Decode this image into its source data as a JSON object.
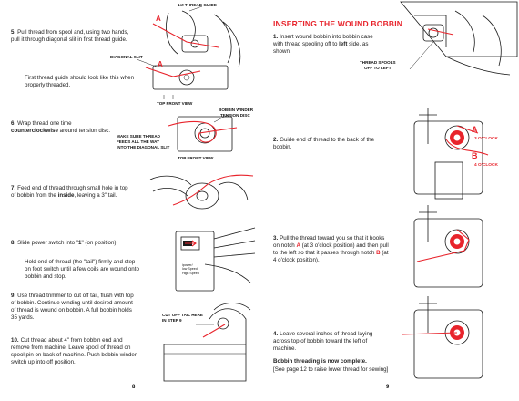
{
  "left": {
    "page_number": "8",
    "steps": {
      "s5": {
        "num": "5.",
        "text": "Pull thread from spool and, using two hands, pull it through diagonal slit in first thread guide."
      },
      "s5b": {
        "text": "First thread guide should look like this when properly threaded."
      },
      "s6": {
        "num": "6.",
        "text_before": "Wrap thread one time ",
        "bold": "counterclockwise",
        "text_after": " around tension disc."
      },
      "s7": {
        "num": "7.",
        "text_before": "Feed end of thread through small hole in top of bobbin from the ",
        "bold": "inside",
        "text_after": ", leaving a 3\" tail."
      },
      "s8": {
        "num": "8.",
        "text_before": "Slide power switch into \"",
        "bold": "1",
        "text_after": "\" (on position)."
      },
      "s8b": {
        "text": "Hold end of thread (the \"tail\") firmly and step on foot switch until a few coils are wound onto bobbin and stop."
      },
      "s9": {
        "num": "9.",
        "text": "Use thread trimmer to cut off tail, flush with top of bobbin. Continue winding until desired amount of thread is wound on bobbin. A full bobbin holds 35 yards."
      },
      "s10": {
        "num": "10.",
        "text": "Cut thread about 4\" from bobbin end and remove from machine. Leave spool of thread on spool pin on back of machine. Push bobbin winder switch up into off position."
      }
    },
    "labels": {
      "first_thread_guide": "1st THREAD GUIDE",
      "diagonal_slit": "DIAGONAL SLIT",
      "top_front_view_1": "TOP FRONT VIEW",
      "bobbin_winder": "BOBBIN WINDER",
      "tension_disc": "TENSION DISC",
      "make_sure_1": "MAKE SURE THREAD",
      "make_sure_2": "FEEDS ALL THE WAY",
      "make_sure_3": "INTO THE DIAGONAL SLIT",
      "top_front_view_2": "TOP FRONT VIEW",
      "cut_off_1": "CUT OFF TAIL HERE",
      "cut_off_2": "IN STEP 9",
      "marker_a": "A",
      "marker_a2": "A",
      "switch_text": "ipower/\nlow Speed\nHigh Speed"
    }
  },
  "right": {
    "page_number": "9",
    "heading": "INSERTING THE WOUND BOBBIN",
    "steps": {
      "s1": {
        "num": "1.",
        "text_before": "Insert wound bobbin into bobbin case with thread spooling off to ",
        "bold": "left",
        "text_after": " side, as shown."
      },
      "s2": {
        "num": "2.",
        "text": "Guide end of thread to the back of the bobbin."
      },
      "s3": {
        "num": "3.",
        "p1": "Pull the thread toward you so that it hooks on notch ",
        "a": "A",
        "p2": " (at 3 o'clock position) and then pull to the left so that it passes through notch ",
        "b": "B",
        "p3": " (at 4 o'clock position)."
      },
      "s4": {
        "num": "4.",
        "text": "Leave several inches of thread laying across top of bobbin toward the left of machine."
      },
      "complete": "Bobbin threading is now complete.",
      "see_page": "[See page 12 to raise lower thread for sewing]"
    },
    "labels": {
      "thread_spools_1": "THREAD SPOOLS",
      "thread_spools_2": "OFF TO LEFT",
      "a": "A",
      "a_clock": "3 O'CLOCK",
      "b": "B",
      "b_clock": "4 O'CLOCK"
    }
  },
  "colors": {
    "accent": "#e8242c",
    "ink": "#1a1a1a"
  }
}
